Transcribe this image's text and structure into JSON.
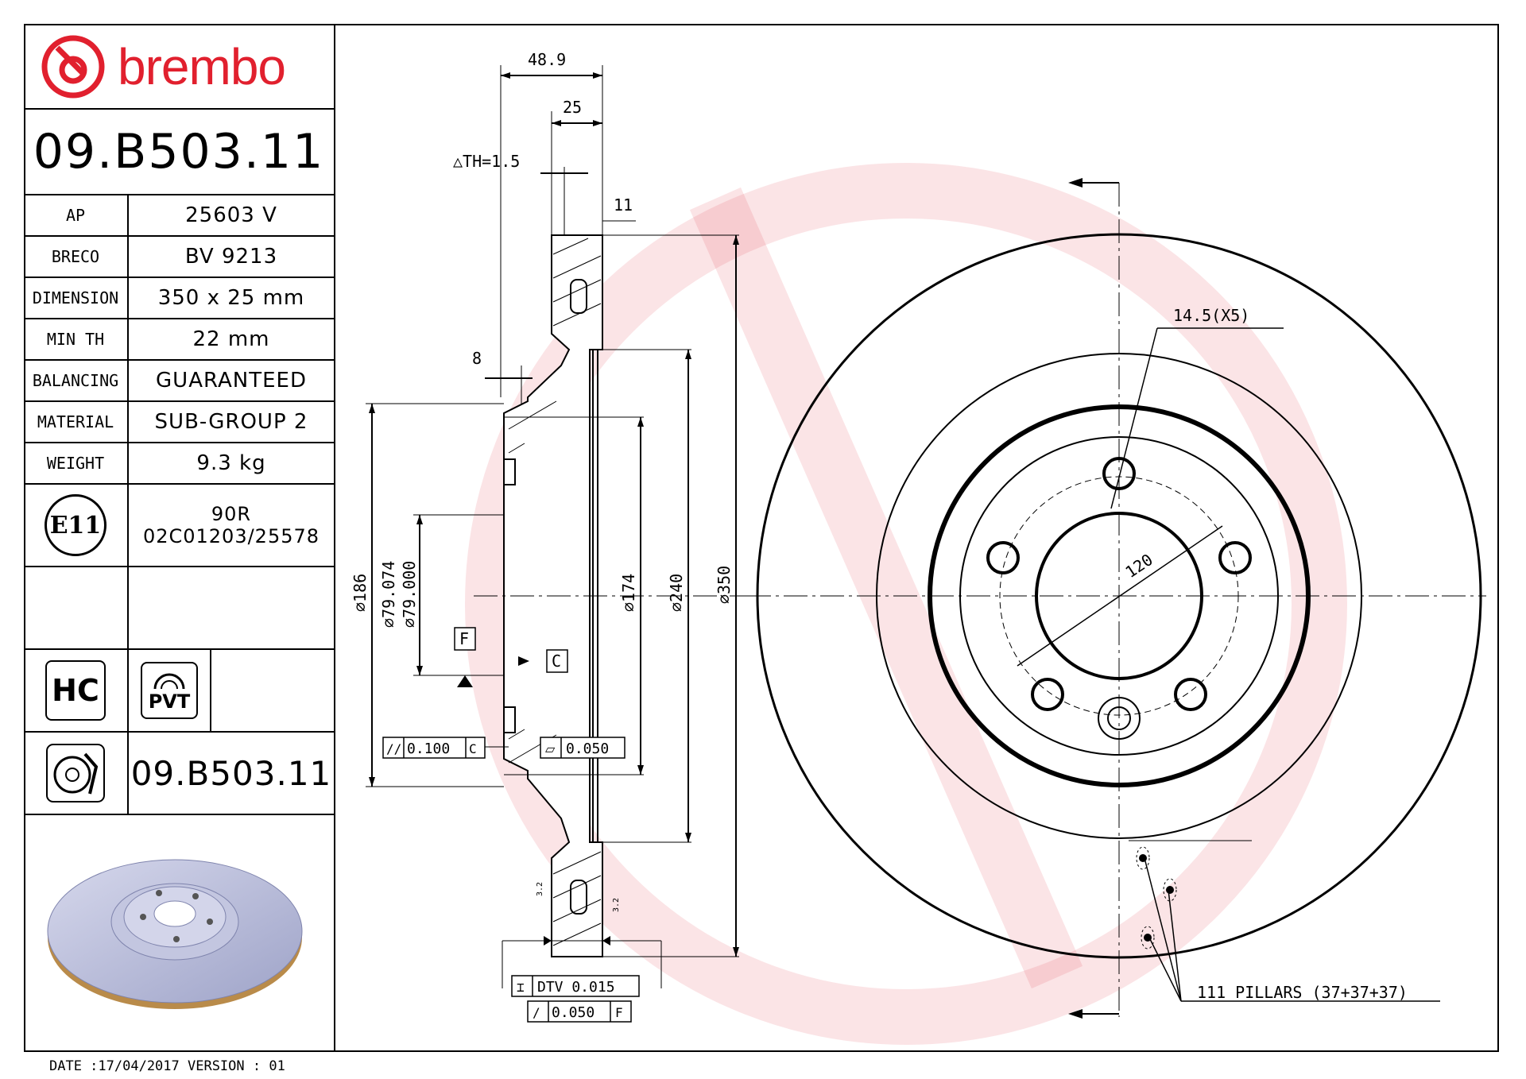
{
  "brand": {
    "name": "brembo",
    "color": "#e1202e"
  },
  "part_number": "09.B503.11",
  "specs": [
    {
      "label": "AP",
      "value": "25603 V"
    },
    {
      "label": "BRECO",
      "value": "BV 9213"
    },
    {
      "label": "DIMENSION",
      "value": "350 x 25 mm"
    },
    {
      "label": "MIN TH",
      "value": "22 mm"
    },
    {
      "label": "BALANCING",
      "value": "GUARANTEED"
    },
    {
      "label": "MATERIAL",
      "value": "SUB-GROUP 2"
    },
    {
      "label": "WEIGHT",
      "value": "9.3 kg"
    }
  ],
  "approval": {
    "mark": "E11",
    "line1": "90R",
    "line2": "02C01203/25578"
  },
  "badges": {
    "hc": "HC",
    "pvt": "PVT"
  },
  "part_number_small": "09.B503.11",
  "footer": "DATE :17/04/2017 VERSION : 01",
  "dimensions": {
    "overall_width": "48.9",
    "thickness": "25",
    "th": "TH=1.5",
    "hat": "11",
    "offset": "8",
    "d186": "186",
    "d79074": "79.074",
    "d79000": "79.000",
    "d174": "174",
    "d240": "240",
    "d350": "350",
    "holes": "14.5(X5)",
    "pcd": "120",
    "datum_f": "F",
    "datum_c": "C",
    "tol_parallel": "0.100",
    "tol_flat": "0.050",
    "dtv": "DTV 0.015",
    "runout": "0.050",
    "rough1": "3.2",
    "rough2": "3.2",
    "pillars": "111 PILLARS (37+37+37)"
  }
}
